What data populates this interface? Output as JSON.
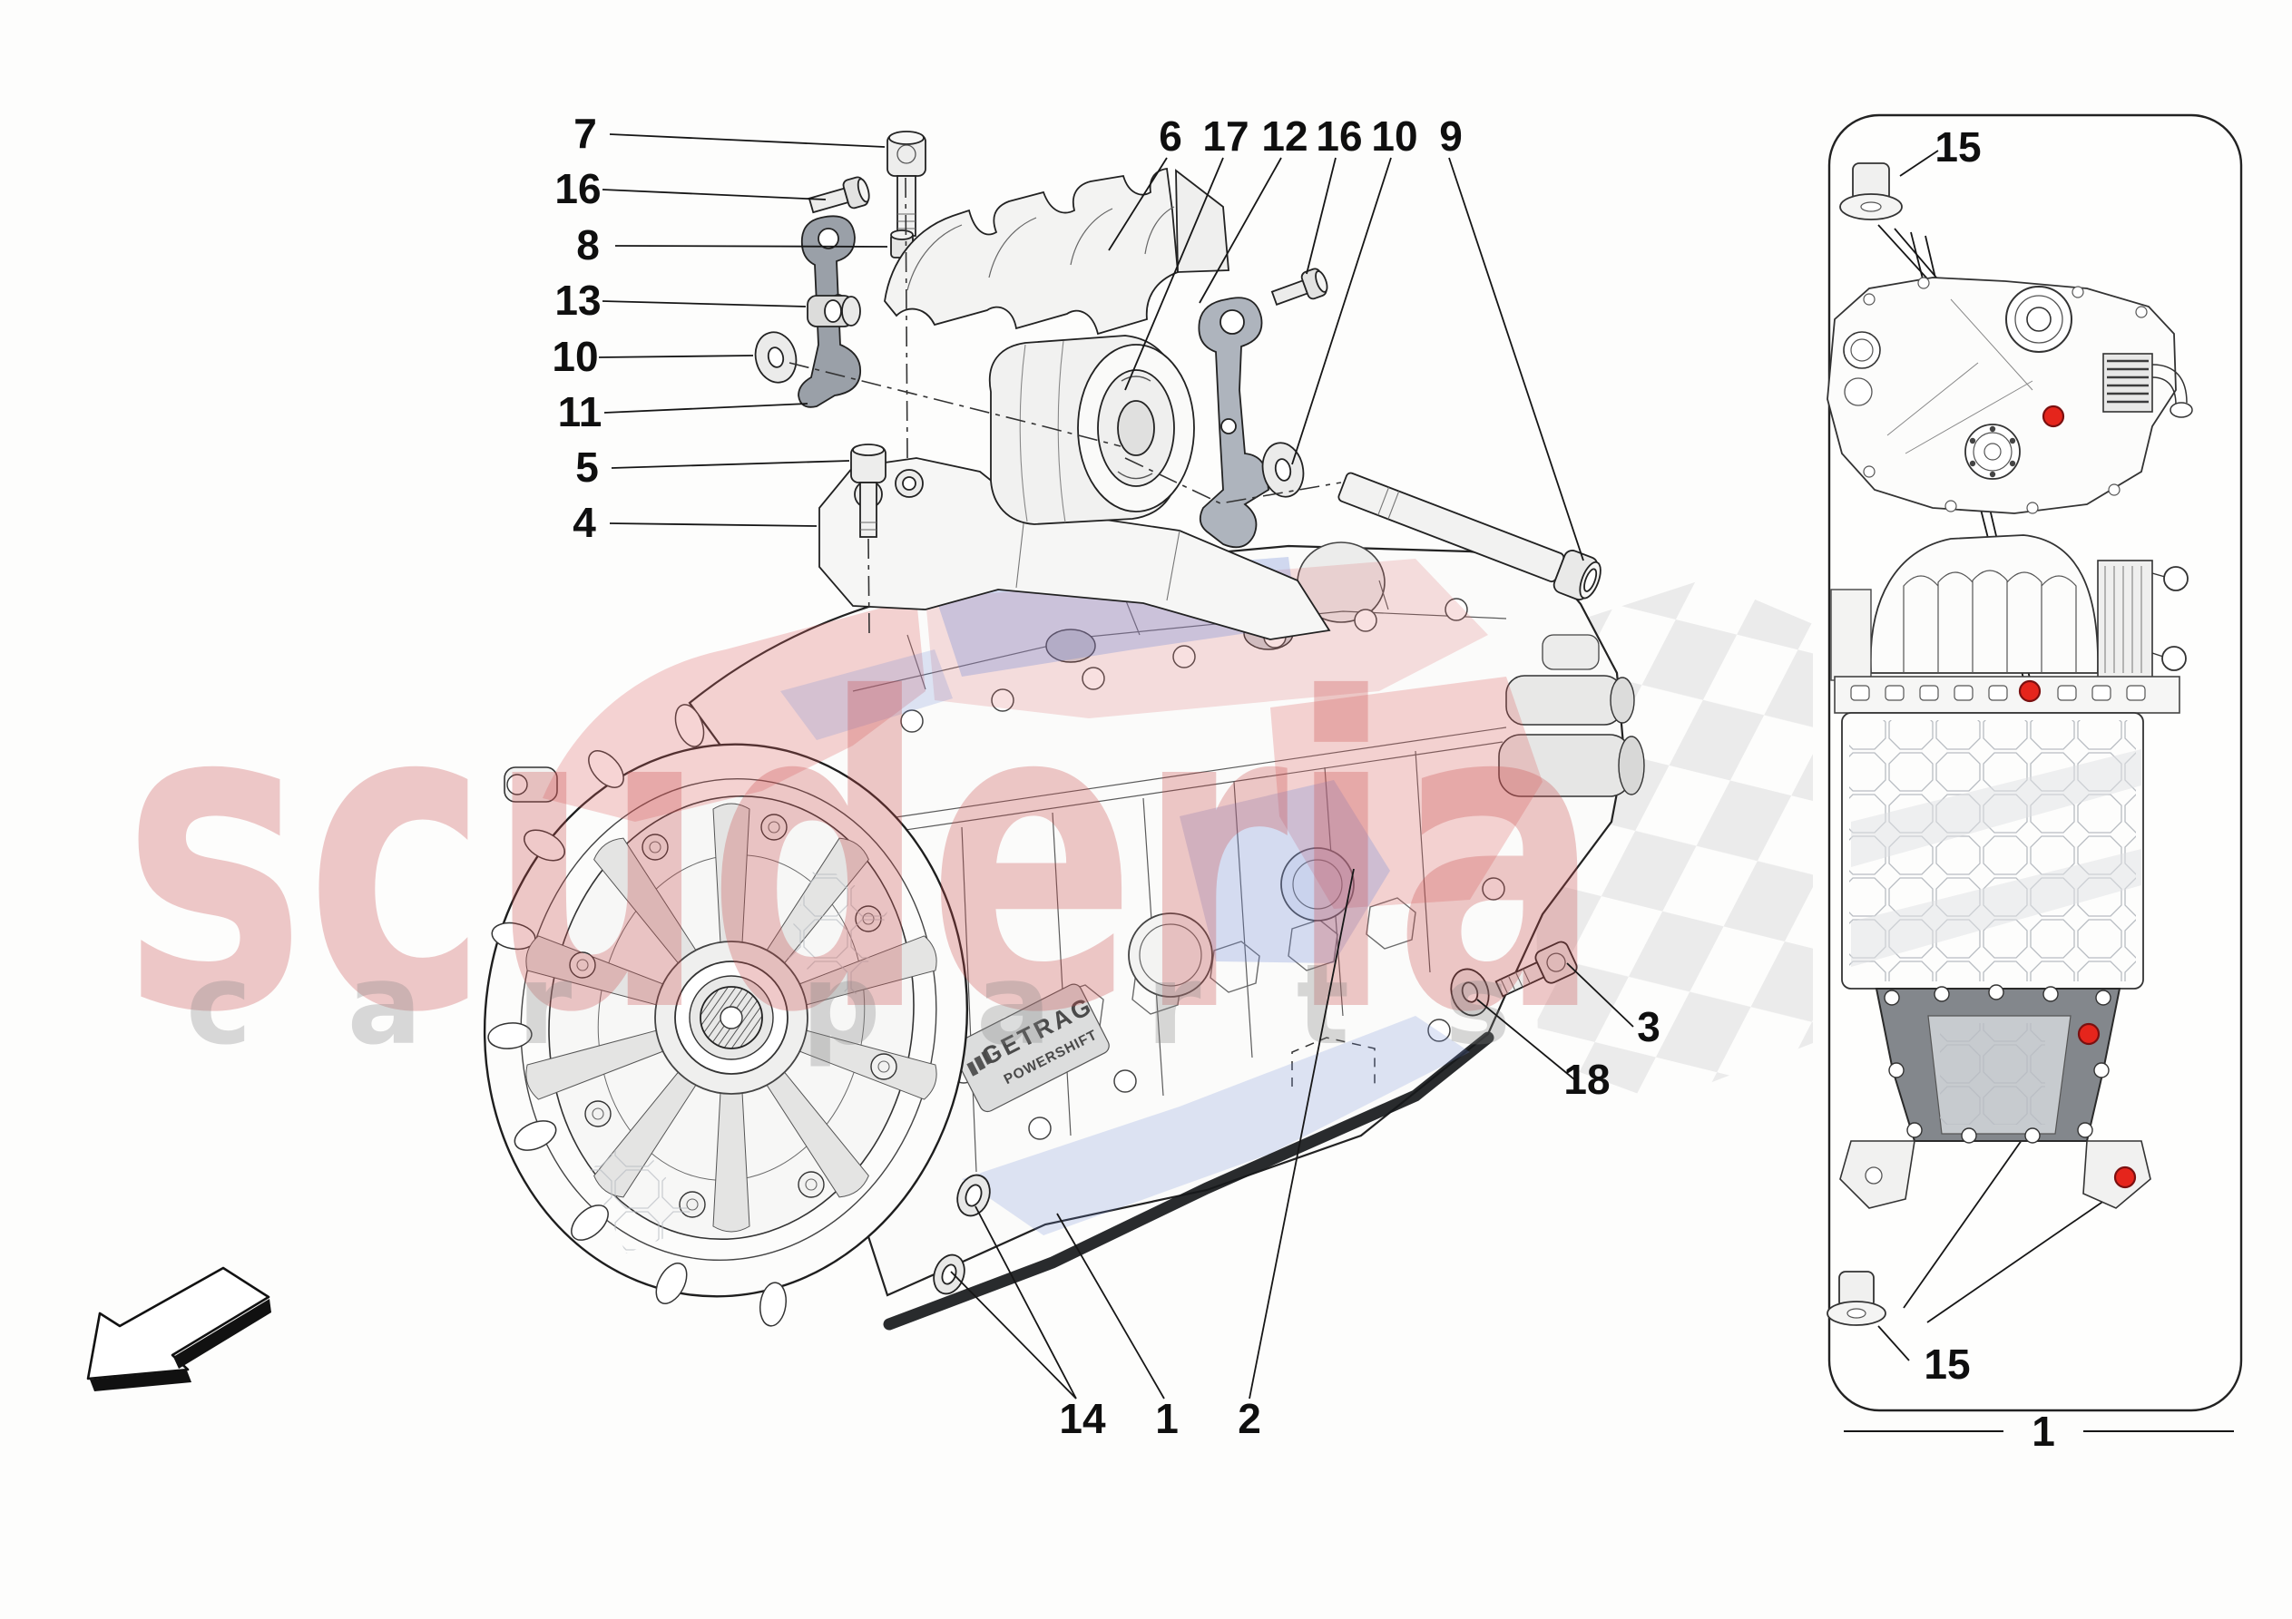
{
  "watermark": {
    "primary": "scuderia",
    "secondary": "car parts"
  },
  "engraving": {
    "brand": "GETRAG",
    "model": "POWERSHIFT"
  },
  "callouts": {
    "c1": "1",
    "c2": "2",
    "c3": "3",
    "c4": "4",
    "c5": "5",
    "c6": "6",
    "c7": "7",
    "c8": "8",
    "c9": "9",
    "c10a": "10",
    "c10b": "10",
    "c11": "11",
    "c12": "12",
    "c13": "13",
    "c14": "14",
    "c16a": "16",
    "c16b": "16",
    "c17": "17",
    "c18": "18"
  },
  "side_panel": {
    "top_plug_label": "15",
    "bottom_plug_label": "15",
    "assembly_label": "1",
    "marker_color": "#e5251c"
  },
  "colors": {
    "background": "#fdfdfc",
    "line": "#1b1b1b",
    "watermark_primary": "rgba(203,77,77,0.30)",
    "watermark_secondary": "rgba(128,128,128,0.30)",
    "tint_pink": "rgba(222,100,100,0.28)",
    "tint_blue": "rgba(110,135,215,0.28)",
    "checker": "#e8e8e8"
  }
}
